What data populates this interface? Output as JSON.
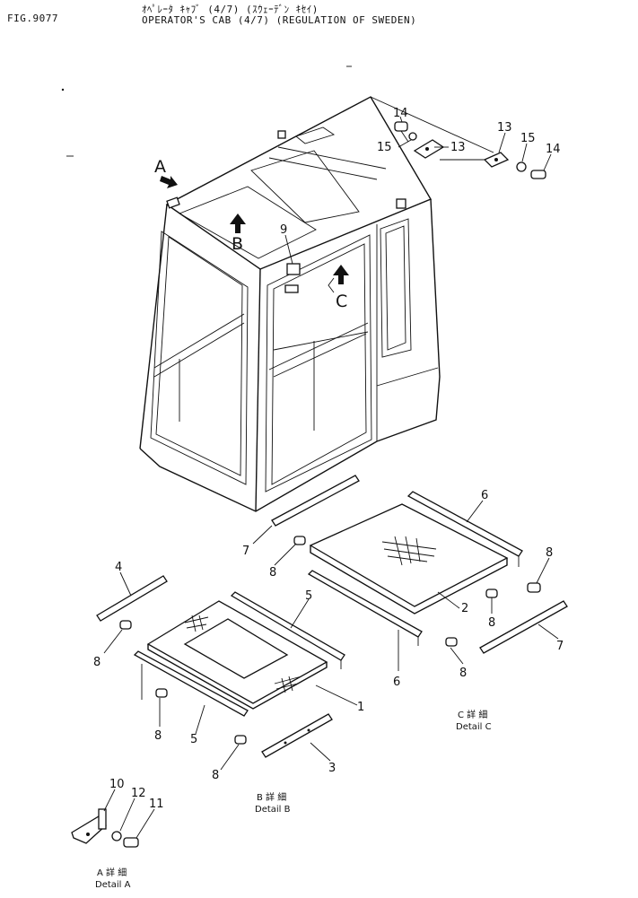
{
  "header": {
    "fig_no": "FIG.9077",
    "title_jp": "ｵﾍﾟﾚｰﾀ ｷｬﾌﾞ (4/7) (ｽｳｪｰﾃﾞﾝ ｷｾｲ)",
    "title_en": "OPERATOR'S CAB (4/7) (REGULATION OF SWEDEN)"
  },
  "view_letters": {
    "a": "A",
    "b": "B",
    "c": "C"
  },
  "callouts": {
    "n1": "1",
    "n2": "2",
    "n3": "3",
    "n4": "4",
    "n5a": "5",
    "n5b": "5",
    "n6a": "6",
    "n6b": "6",
    "n7a": "7",
    "n7b": "7",
    "n8a": "8",
    "n8b": "8",
    "n8c": "8",
    "n8d": "8",
    "n8e": "8",
    "n8f": "8",
    "n8g": "8",
    "n9": "9",
    "n10": "10",
    "n11": "11",
    "n12": "12",
    "n13a": "13",
    "n13b": "13",
    "n14a": "14",
    "n14b": "14",
    "n15a": "15",
    "n15b": "15"
  },
  "details": {
    "a_jp": "A 詳 細",
    "a_en": "Detail A",
    "b_jp": "B 詳 細",
    "b_en": "Detail B",
    "c_jp": "C 詳 細",
    "c_en": "Detail C"
  }
}
